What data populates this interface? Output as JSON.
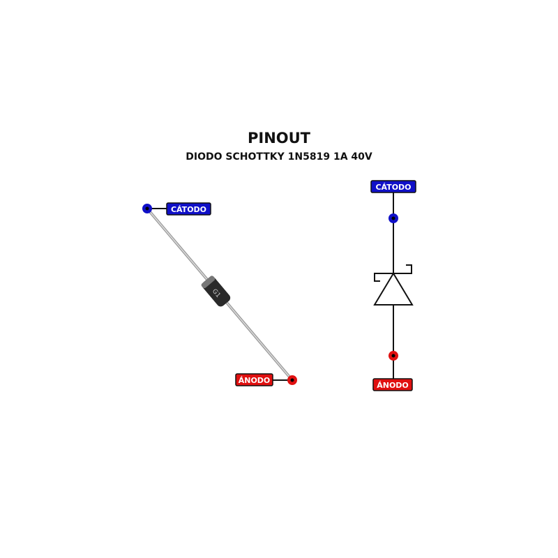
{
  "title": "PINOUT",
  "subtitle": "DIODO SCHOTTKY 1N5819 1A 40V",
  "labels": {
    "cathode": "CÁTODO",
    "anode": "ÁNODO"
  },
  "colors": {
    "cathode": "#1010c8",
    "anode": "#e01010"
  }
}
